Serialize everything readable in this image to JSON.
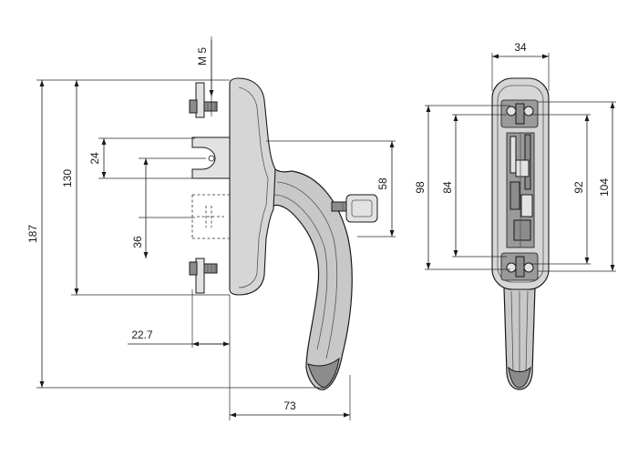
{
  "drawing": {
    "side_view": {
      "dimensions": {
        "thread": "M 5",
        "total_height": "187",
        "plate_height": "130",
        "spindle_offset": "24",
        "key_height": "58",
        "pin_length": "36",
        "depth": "22.7",
        "projection": "73"
      }
    },
    "front_view": {
      "dimensions": {
        "width": "34",
        "outer_span": "98",
        "inner_span": "84",
        "screw_span": "92",
        "plate_span": "104"
      }
    }
  }
}
